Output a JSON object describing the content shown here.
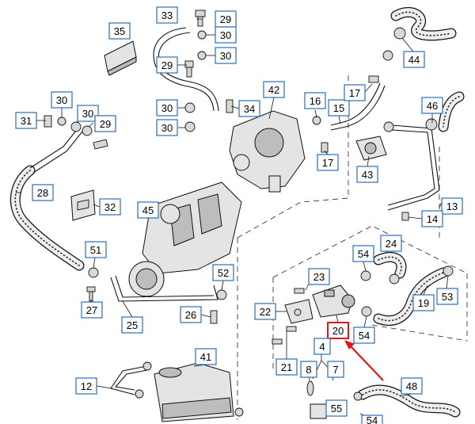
{
  "diagram": {
    "highlight_color": "#e0161b",
    "callout_border_color": "#2a6fb5",
    "highlighted_part": "20",
    "callouts": [
      {
        "id": "c35",
        "label": "35"
      },
      {
        "id": "c33",
        "label": "33"
      },
      {
        "id": "c29a",
        "label": "29"
      },
      {
        "id": "c30a",
        "label": "30"
      },
      {
        "id": "c30b",
        "label": "30"
      },
      {
        "id": "c29b",
        "label": "29"
      },
      {
        "id": "c30c",
        "label": "30"
      },
      {
        "id": "c30d",
        "label": "30"
      },
      {
        "id": "c30e",
        "label": "30"
      },
      {
        "id": "c34",
        "label": "34"
      },
      {
        "id": "c31",
        "label": "31"
      },
      {
        "id": "c30f",
        "label": "30"
      },
      {
        "id": "c30g",
        "label": "30"
      },
      {
        "id": "c29c",
        "label": "29"
      },
      {
        "id": "c28",
        "label": "28"
      },
      {
        "id": "c32",
        "label": "32"
      },
      {
        "id": "c45",
        "label": "45"
      },
      {
        "id": "c42",
        "label": "42"
      },
      {
        "id": "c16",
        "label": "16"
      },
      {
        "id": "c15",
        "label": "15"
      },
      {
        "id": "c17a",
        "label": "17"
      },
      {
        "id": "c17b",
        "label": "17"
      },
      {
        "id": "c44",
        "label": "44"
      },
      {
        "id": "c46",
        "label": "46"
      },
      {
        "id": "c43",
        "label": "43"
      },
      {
        "id": "c13",
        "label": "13"
      },
      {
        "id": "c14",
        "label": "14"
      },
      {
        "id": "c24",
        "label": "24"
      },
      {
        "id": "c54a",
        "label": "54"
      },
      {
        "id": "c51",
        "label": "51"
      },
      {
        "id": "c27",
        "label": "27"
      },
      {
        "id": "c52",
        "label": "52"
      },
      {
        "id": "c23",
        "label": "23"
      },
      {
        "id": "c22",
        "label": "22"
      },
      {
        "id": "c26",
        "label": "26"
      },
      {
        "id": "c25",
        "label": "25"
      },
      {
        "id": "c19",
        "label": "19"
      },
      {
        "id": "c53",
        "label": "53"
      },
      {
        "id": "c20",
        "label": "20"
      },
      {
        "id": "c54b",
        "label": "54"
      },
      {
        "id": "c21",
        "label": "21"
      },
      {
        "id": "c4",
        "label": "4"
      },
      {
        "id": "c8",
        "label": "8"
      },
      {
        "id": "c7",
        "label": "7"
      },
      {
        "id": "c41",
        "label": "41"
      },
      {
        "id": "c12",
        "label": "12"
      },
      {
        "id": "c48",
        "label": "48"
      },
      {
        "id": "c55",
        "label": "55"
      },
      {
        "id": "c54c",
        "label": "54"
      }
    ]
  }
}
